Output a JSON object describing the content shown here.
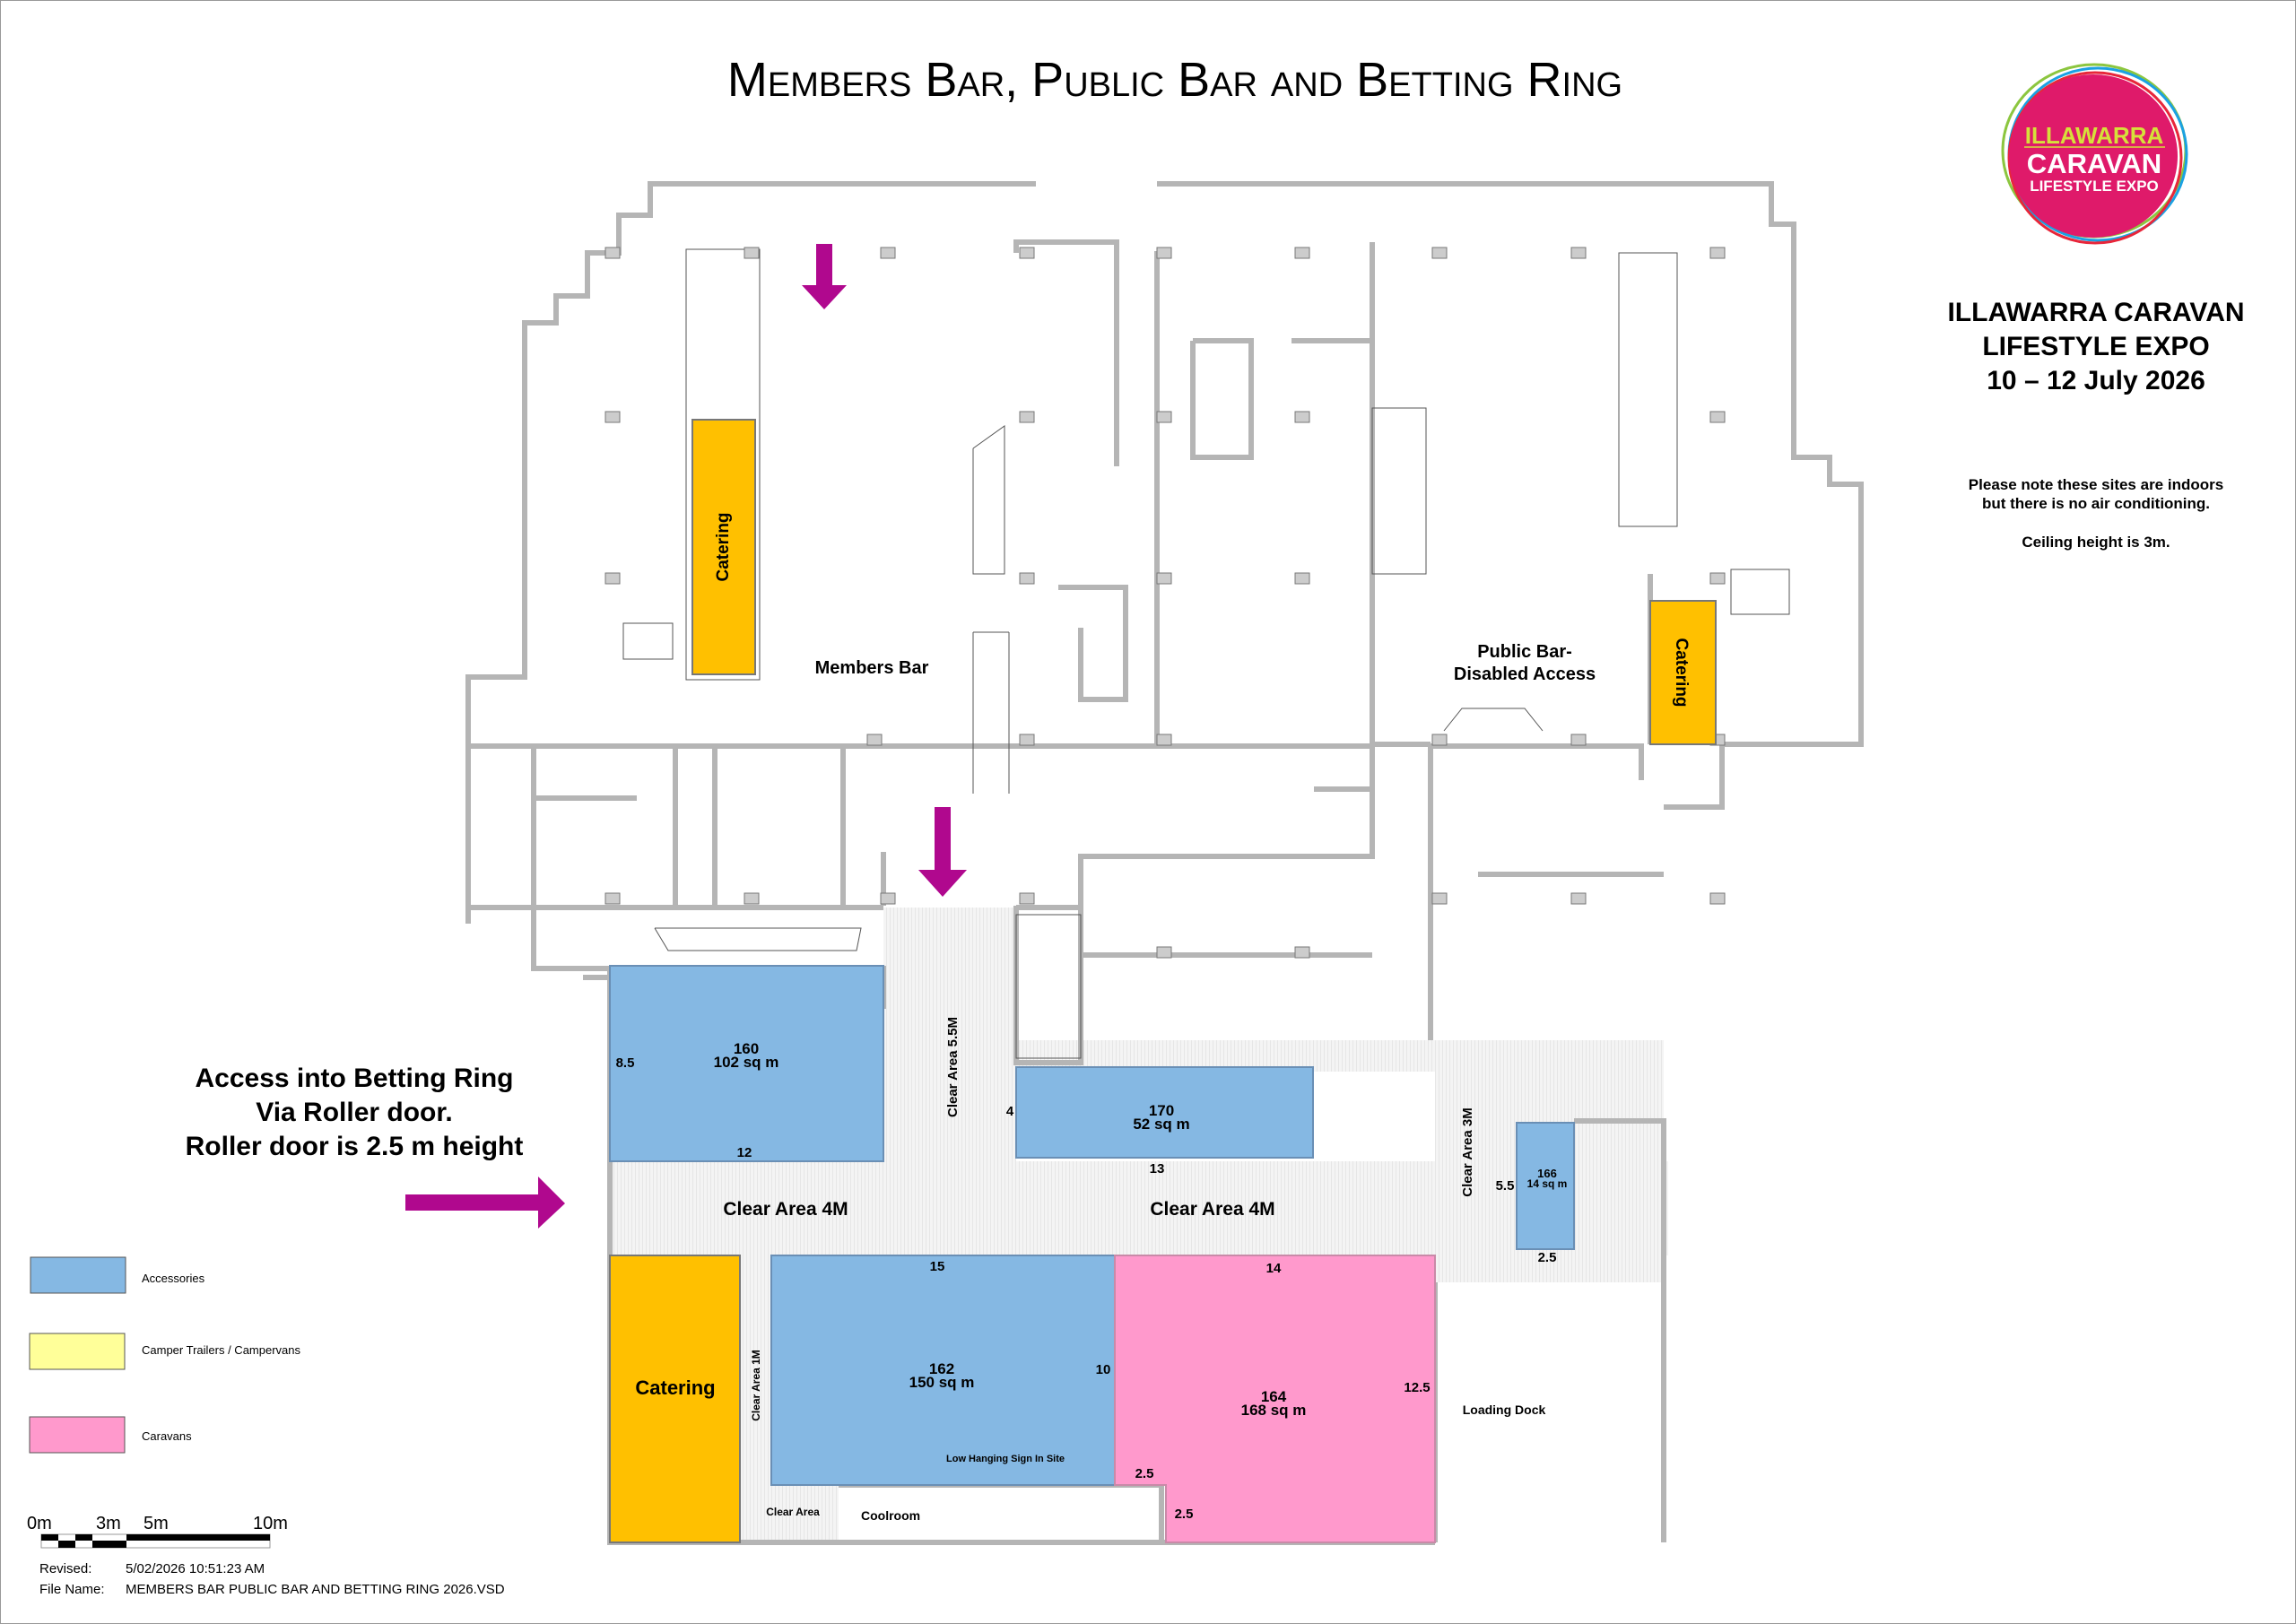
{
  "title": "Members Bar, Public Bar and Betting Ring",
  "logo": {
    "line1": "ILLAWARRA",
    "line2": "CARAVAN",
    "line3": "LIFESTYLE EXPO",
    "colors": {
      "fill": "#DF1A6A",
      "line1": "#D6E03A",
      "ring_green": "#8CC63F",
      "ring_blue": "#1BA1E2",
      "ring_red": "#E8263A"
    }
  },
  "event": {
    "line1": "ILLAWARRA CARAVAN",
    "line2": "LIFESTYLE EXPO",
    "line3": "10 – 12 July 2026"
  },
  "notes": {
    "line1": "Please note these sites are indoors",
    "line2": "but there is no air conditioning.",
    "line3": "Ceiling height is 3m."
  },
  "access": {
    "line1": "Access into Betting Ring",
    "line2": "Via Roller door.",
    "line3": "Roller door is 2.5 m height"
  },
  "rooms": {
    "members_bar": "Members Bar",
    "public_bar_1": "Public Bar-",
    "public_bar_2": "Disabled Access",
    "catering": "Catering",
    "clear_area_4m": "Clear Area 4M",
    "clear_area_55m": "Clear Area 5.5M",
    "clear_area_3m": "Clear Area 3M",
    "clear_area_1m": "Clear Area 1M",
    "clear_area": "Clear Area",
    "coolroom": "Coolroom",
    "loading_dock": "Loading Dock",
    "low_sign": "Low Hanging Sign In Site"
  },
  "stands": {
    "s160": {
      "num": "160",
      "area": "102 sq m",
      "dim_side": "8.5",
      "dim_bottom": "12"
    },
    "s170": {
      "num": "170",
      "area": "52 sq m",
      "dim_side": "4",
      "dim_bottom": "13"
    },
    "s166": {
      "num": "166",
      "area": "14 sq m",
      "dim_side": "5.5",
      "dim_bottom": "2.5"
    },
    "s162": {
      "num": "162",
      "area": "150 sq m",
      "dim_top": "15",
      "dim_side": "10"
    },
    "s164": {
      "num": "164",
      "area": "168 sq m",
      "dim_top": "14",
      "dim_side": "12.5",
      "dim_a": "2.5",
      "dim_b": "2.5"
    }
  },
  "legend": [
    {
      "label": "Accessories",
      "color": "#85B8E3"
    },
    {
      "label": "Camper Trailers / Campervans",
      "color": "#FFFF99"
    },
    {
      "label": "Caravans",
      "color": "#FF99CC"
    }
  ],
  "colors": {
    "catering": "#FFC000",
    "arrow": "#B0088E"
  },
  "scale": {
    "t0": "0m",
    "t3": "3m",
    "t5": "5m",
    "t10": "10m"
  },
  "footer": {
    "revised_label": "Revised:",
    "revised_value": "5/02/2026 10:51:23 AM",
    "file_label": "File Name:",
    "file_value": "MEMBERS BAR PUBLIC BAR AND BETTING RING 2026.VSD"
  }
}
